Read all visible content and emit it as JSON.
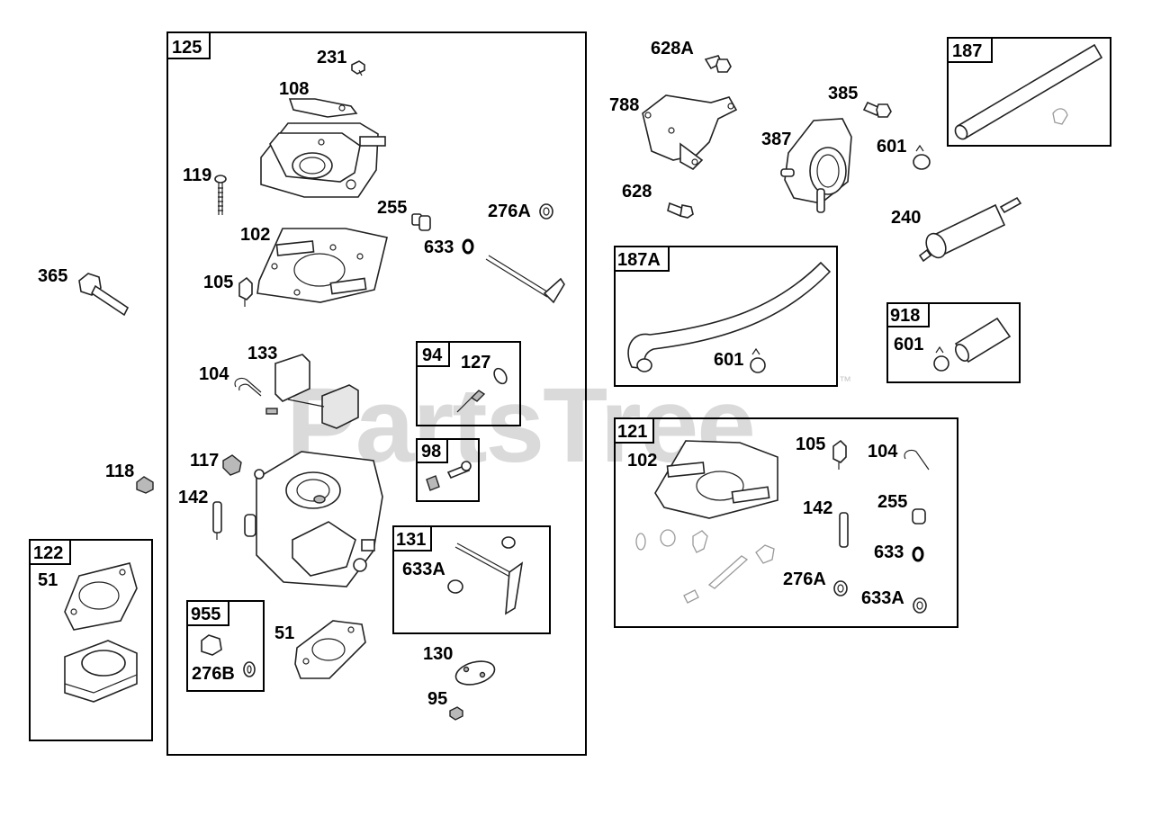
{
  "watermark": {
    "text": "PartsTree",
    "trademark": "™"
  },
  "assemblies": [
    {
      "id": "125",
      "label": "125"
    },
    {
      "id": "122",
      "label": "122"
    },
    {
      "id": "94",
      "label": "94"
    },
    {
      "id": "98",
      "label": "98"
    },
    {
      "id": "131",
      "label": "131"
    },
    {
      "id": "955",
      "label": "955"
    },
    {
      "id": "187",
      "label": "187"
    },
    {
      "id": "187A",
      "label": "187A"
    },
    {
      "id": "918",
      "label": "918"
    },
    {
      "id": "121",
      "label": "121"
    }
  ],
  "callouts": [
    "231",
    "108",
    "119",
    "255",
    "276A",
    "633",
    "102",
    "105",
    "365",
    "133",
    "104",
    "127",
    "117",
    "118",
    "142",
    "51",
    "122-51",
    "276B",
    "633A",
    "130",
    "95",
    "628A",
    "788",
    "385",
    "387",
    "601",
    "628",
    "240",
    "187A-601",
    "918-601",
    "121-102",
    "121-105",
    "121-104",
    "121-142",
    "121-255",
    "121-633",
    "121-276A",
    "121-633A"
  ],
  "labels": {
    "p231": "231",
    "p108": "108",
    "p119": "119",
    "p255": "255",
    "p276A": "276A",
    "p633": "633",
    "p102": "102",
    "p105": "105",
    "p365": "365",
    "p133": "133",
    "p104": "104",
    "p127": "127",
    "p117": "117",
    "p118": "118",
    "p142": "142",
    "p51": "51",
    "p122_51": "51",
    "p276B": "276B",
    "p633A": "633A",
    "p130": "130",
    "p95": "95",
    "p628A": "628A",
    "p788": "788",
    "p385": "385",
    "p387": "387",
    "p601": "601",
    "p628": "628",
    "p240": "240",
    "p187A_601": "601",
    "p918_601": "601",
    "p121_102": "102",
    "p121_105": "105",
    "p121_104": "104",
    "p121_142": "142",
    "p121_255": "255",
    "p121_633": "633",
    "p121_276A": "276A",
    "p121_633A": "633A"
  }
}
